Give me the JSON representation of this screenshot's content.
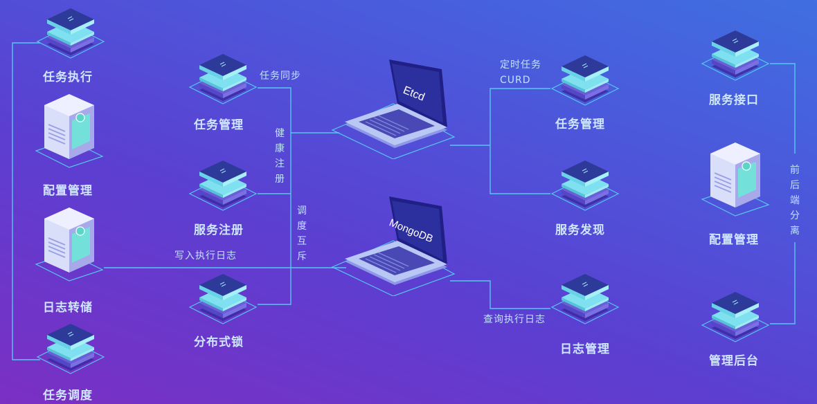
{
  "nodes": {
    "task_exec": "任务执行",
    "config_mgmt_left": "配置管理",
    "log_storage": "日志转储",
    "task_schedule": "任务调度",
    "task_mgmt_mid": "任务管理",
    "service_register": "服务注册",
    "dist_lock": "分布式锁",
    "task_mgmt_right": "任务管理",
    "service_discovery": "服务发现",
    "log_mgmt": "日志管理",
    "service_api": "服务接口",
    "config_mgmt_right": "配置管理",
    "admin_backend": "管理后台",
    "etcd": "Etcd",
    "mongodb": "MongoDB"
  },
  "edge_labels": {
    "task_sync": "任务同步",
    "health_register": "健康注册",
    "schedule_mutex": "调度互斥",
    "write_exec_log": "写入执行日志",
    "cron_task_line1": "定时任务",
    "cron_task_line2": "CURD",
    "query_exec_log": "查询执行日志",
    "frontend_backend_split": "前后端分离"
  },
  "colors": {
    "wire": "#55d6f5",
    "label": "#cfe6ff",
    "chip_top": "#2d3a9a",
    "chip_teal": "#7fe0f0",
    "server_body": "#cdd3f6",
    "server_panel": "#6ee7d8",
    "laptop_body": "#b9c7f5",
    "laptop_screen": "#2c2f9e"
  }
}
